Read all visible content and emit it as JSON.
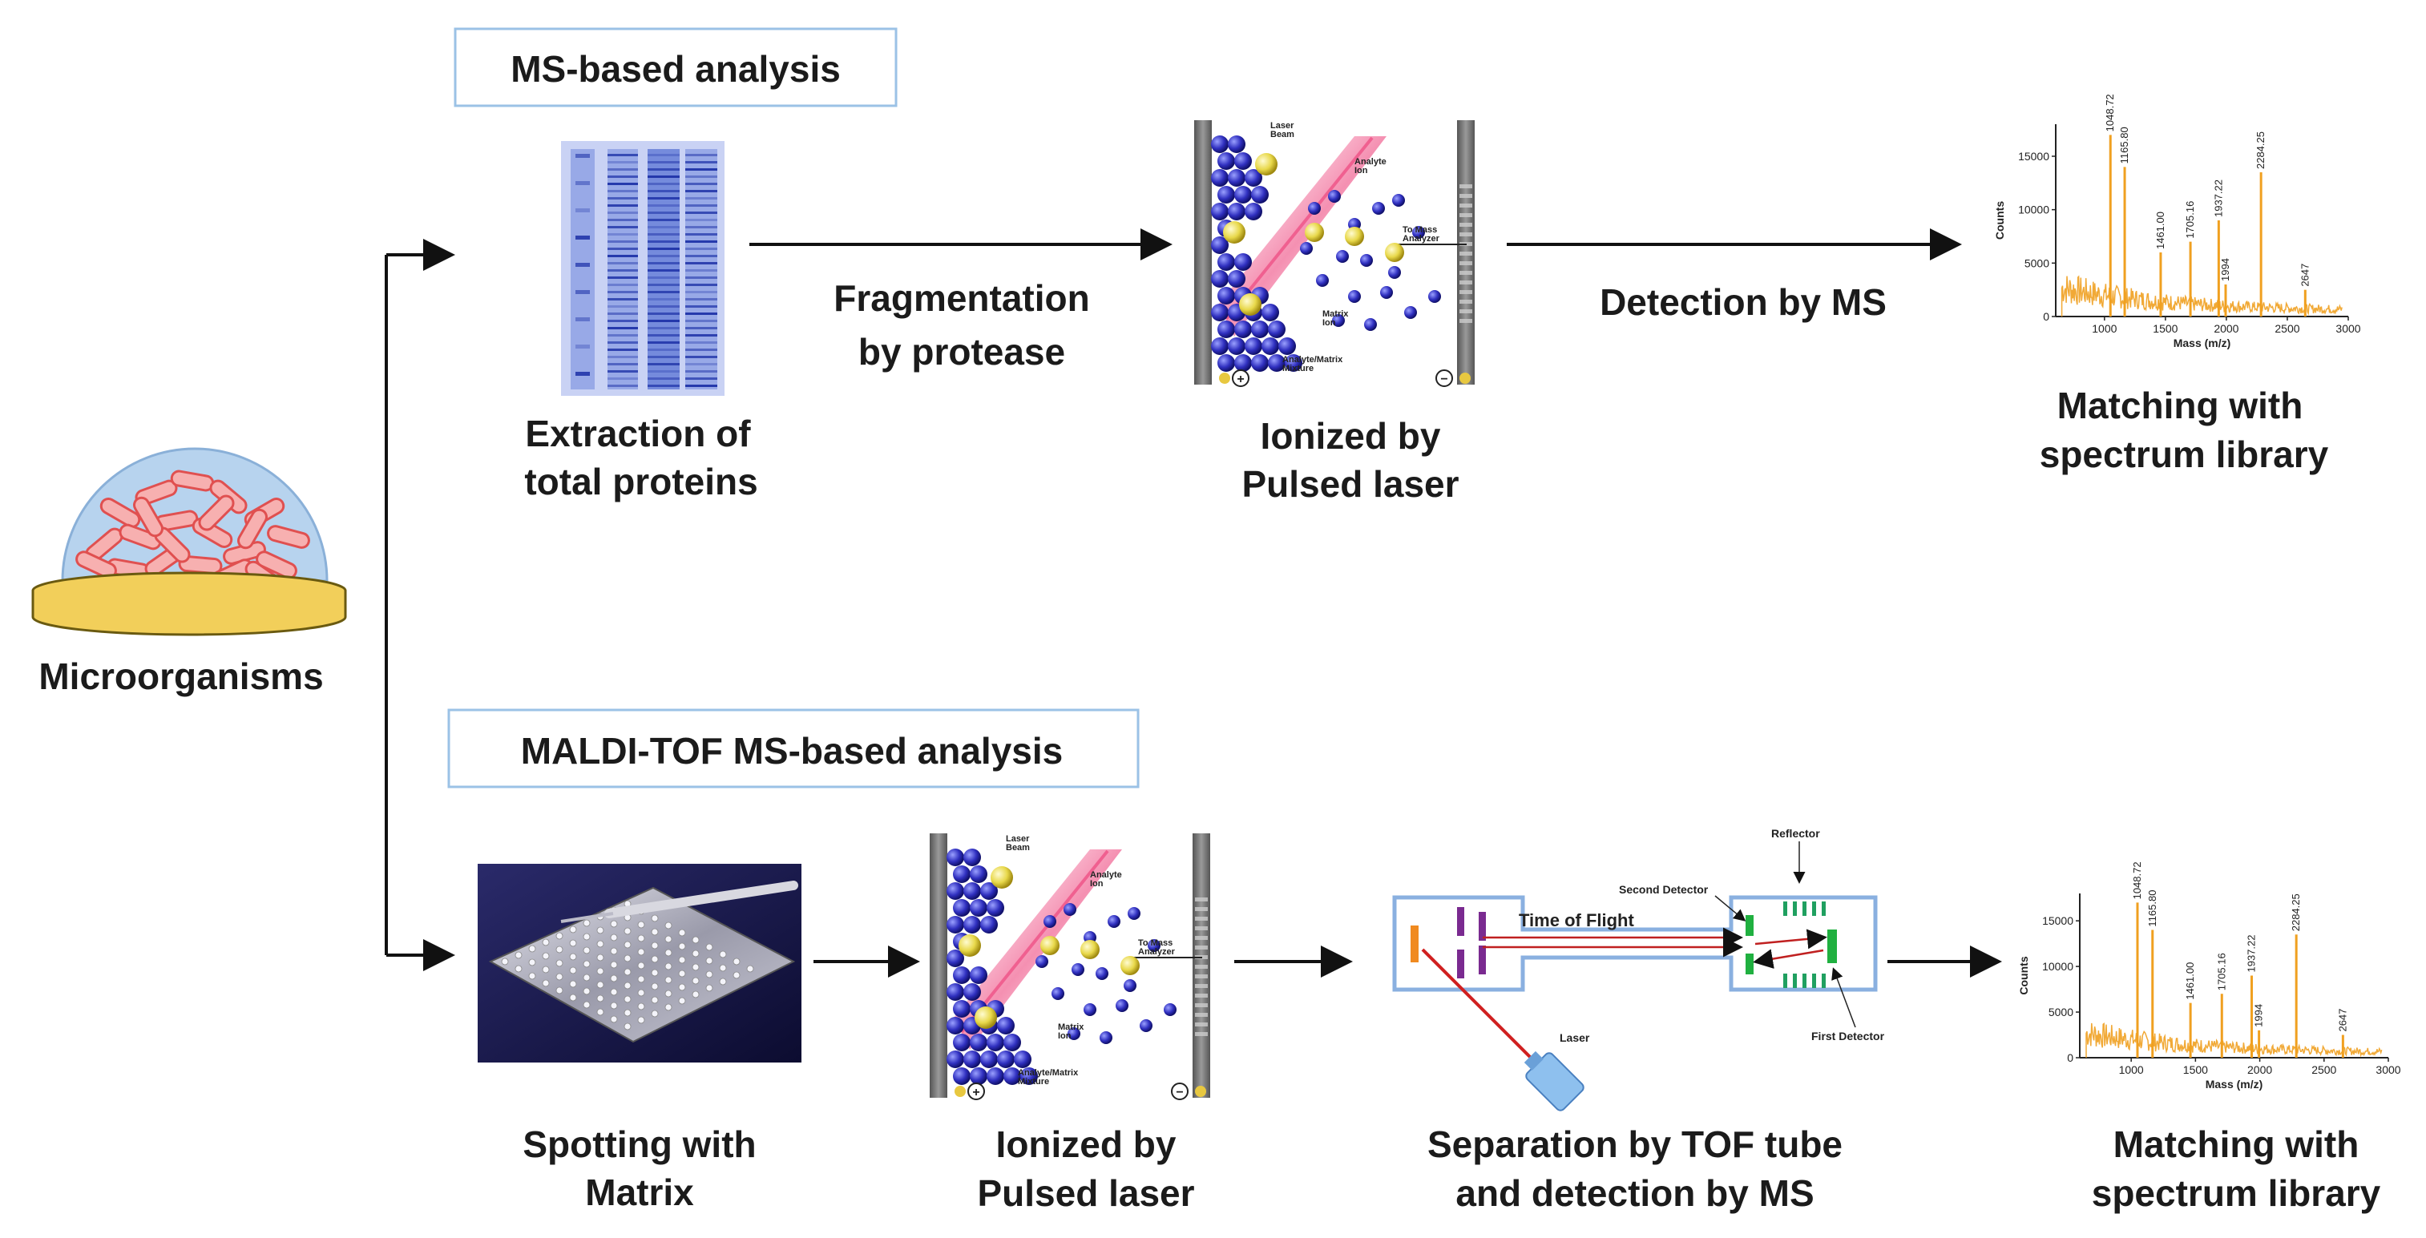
{
  "labels": {
    "microorganisms": "Microorganisms",
    "ms_title": "MS-based analysis",
    "maldi_title": "MALDI-TOF MS-based analysis",
    "extraction_1": "Extraction of",
    "extraction_2": "total proteins",
    "fragmentation_1": "Fragmentation",
    "fragmentation_2": "by protease",
    "ionized_1": "Ionized by",
    "ionized_2": "Pulsed laser",
    "detection": "Detection by MS",
    "matching_1": "Matching with",
    "matching_2": "spectrum library",
    "spotting_1": "Spotting with",
    "spotting_2": "Matrix",
    "separation_1": "Separation by TOF tube",
    "separation_2": "and detection by MS"
  },
  "ionization_panel": {
    "laser_beam": [
      "Laser",
      "Beam"
    ],
    "analyte_ion": [
      "Analyte",
      "Ion"
    ],
    "to_mass_analyzer": [
      "To Mass",
      "Analyzer"
    ],
    "matrix_ion": [
      "Matrix",
      "Ion"
    ],
    "analyte_matrix_mixture": [
      "Analyte/Matrix",
      "Mixture"
    ],
    "plus": "+",
    "minus": "−"
  },
  "tof_panel": {
    "time_of_flight": "Time of Flight",
    "second_detector": "Second Detector",
    "reflector": "Reflector",
    "first_detector": "First Detector",
    "laser": "Laser"
  },
  "spectrum": {
    "ylabel": "Counts",
    "xlabel": "Mass (m/z)",
    "y_ticks": [
      "15000",
      "10000",
      "5000",
      "0"
    ],
    "x_ticks": [
      "1000",
      "1500",
      "2000",
      "2500",
      "3000"
    ],
    "peak_labels": [
      "1048.72",
      "1165.80",
      "1461.00",
      "1705.16",
      "1937.22",
      "1994",
      "2284.25",
      "2647"
    ],
    "series_color": "#f0a020"
  },
  "chart_data": {
    "type": "line",
    "xlabel": "Mass (m/z)",
    "ylabel": "Counts",
    "xlim": [
      600,
      3000
    ],
    "ylim": [
      0,
      18000
    ],
    "peaks": [
      {
        "x": 1048.72,
        "y": 17000
      },
      {
        "x": 1165.8,
        "y": 14000
      },
      {
        "x": 1461.0,
        "y": 6000
      },
      {
        "x": 1705.16,
        "y": 7000
      },
      {
        "x": 1937.22,
        "y": 9000
      },
      {
        "x": 1994,
        "y": 3000
      },
      {
        "x": 2284.25,
        "y": 13500
      },
      {
        "x": 2647,
        "y": 2500
      }
    ]
  },
  "colors": {
    "title_box_border": "#9bc2e6",
    "arrow": "#111111",
    "gel_blue": "#3f5fd0",
    "sphere_blue": "#3b3bc8",
    "sphere_yellow": "#e8d84a",
    "laser_pink": "#f06090",
    "petri_yellow": "#f2cf5a",
    "bacteria_red": "#e86a6a"
  }
}
